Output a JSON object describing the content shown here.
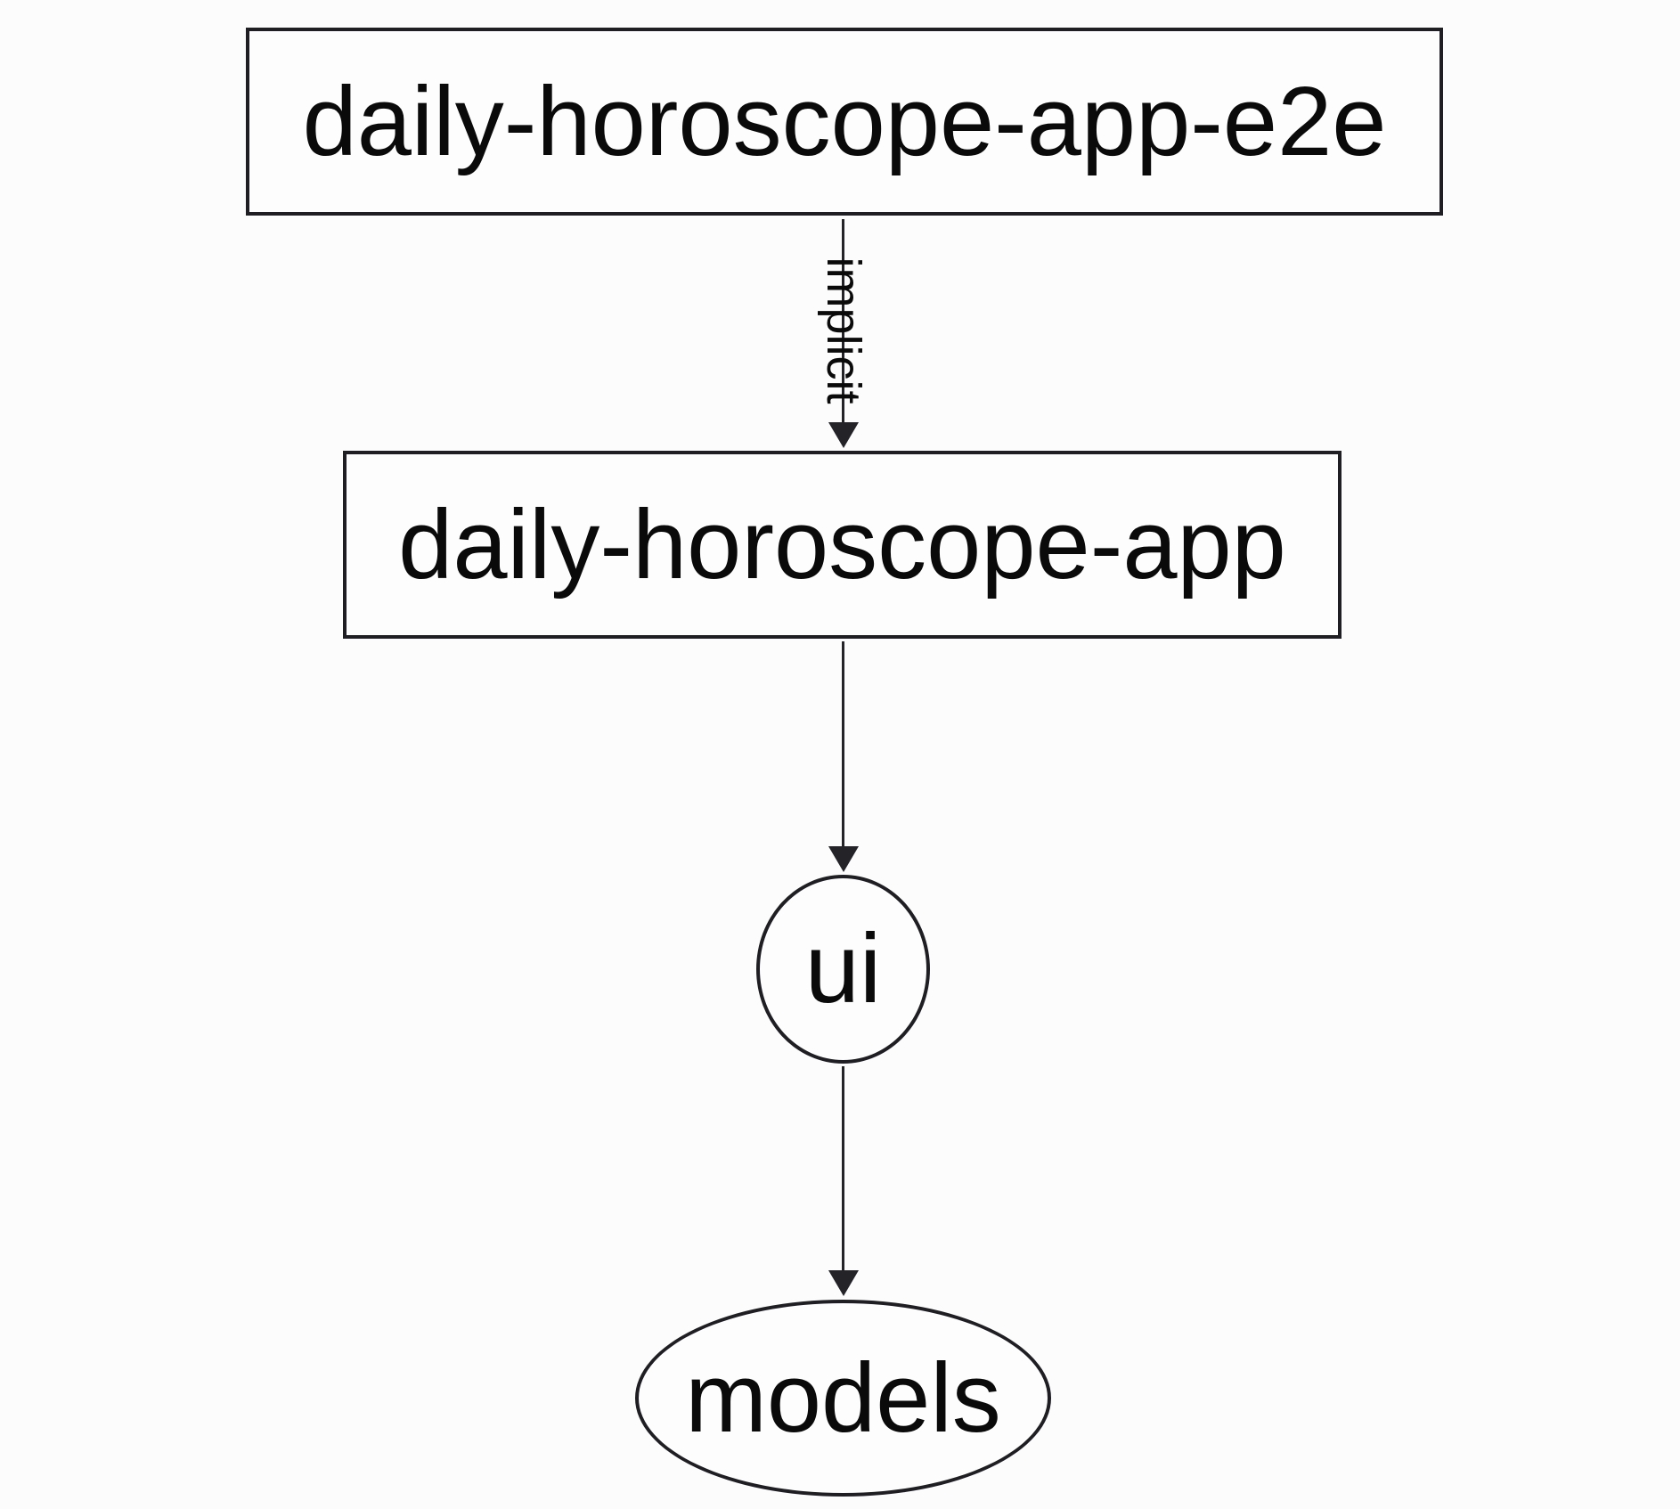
{
  "graph": {
    "nodes": [
      {
        "id": "daily-horoscope-app-e2e",
        "label": "daily-horoscope-app-e2e",
        "shape": "rectangle"
      },
      {
        "id": "daily-horoscope-app",
        "label": "daily-horoscope-app",
        "shape": "rectangle"
      },
      {
        "id": "ui",
        "label": "ui",
        "shape": "ellipse"
      },
      {
        "id": "models",
        "label": "models",
        "shape": "ellipse"
      }
    ],
    "edges": [
      {
        "from": "daily-horoscope-app-e2e",
        "to": "daily-horoscope-app",
        "label": "implicit"
      },
      {
        "from": "daily-horoscope-app",
        "to": "ui",
        "label": ""
      },
      {
        "from": "ui",
        "to": "models",
        "label": ""
      }
    ],
    "colors": {
      "background": "#fcfcfc",
      "stroke": "#1f1f23",
      "text": "#0a0a0a"
    }
  }
}
